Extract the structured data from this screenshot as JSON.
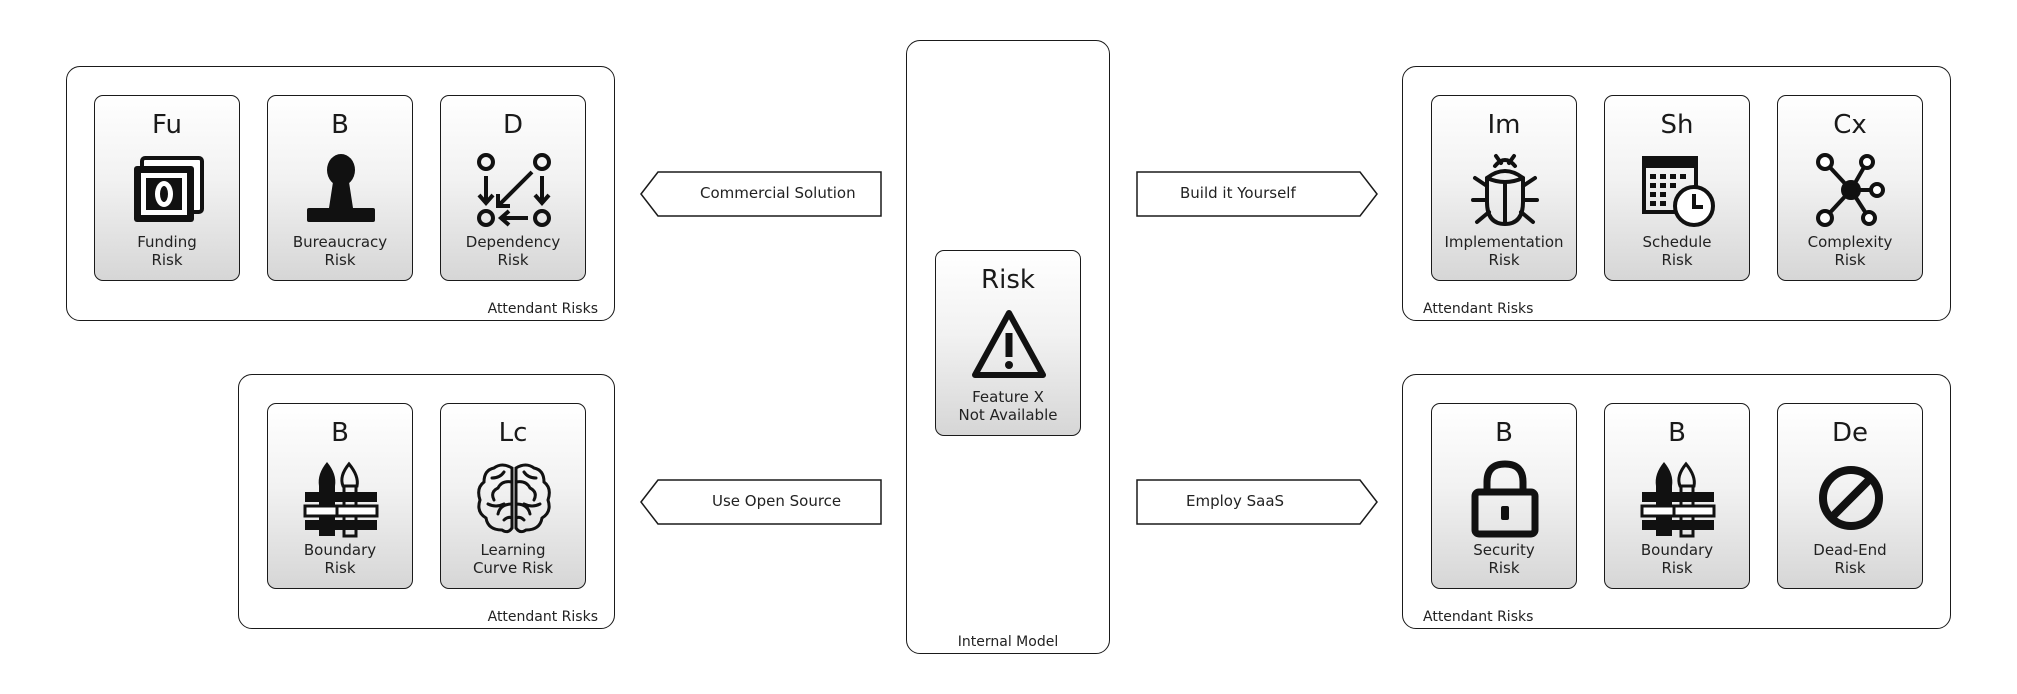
{
  "center": {
    "container_label": "Internal Model",
    "card": {
      "abbr": "Risk",
      "icon": "warning-triangle-icon",
      "name_line1": "Feature X",
      "name_line2": "Not Available"
    }
  },
  "arrows": {
    "commercial": "Commercial Solution",
    "build": "Build it Yourself",
    "open_source": "Use Open Source",
    "saas": "Employ SaaS"
  },
  "groups": {
    "commercial": {
      "label": "Attendant Risks",
      "cards": [
        {
          "abbr": "Fu",
          "icon": "money-icon",
          "name_line1": "Funding",
          "name_line2": "Risk"
        },
        {
          "abbr": "B",
          "icon": "stamp-icon",
          "name_line1": "Bureaucracy",
          "name_line2": "Risk"
        },
        {
          "abbr": "D",
          "icon": "dependency-nodes-icon",
          "name_line1": "Dependency",
          "name_line2": "Risk"
        }
      ]
    },
    "build": {
      "label": "Attendant Risks",
      "cards": [
        {
          "abbr": "Im",
          "icon": "bug-icon",
          "name_line1": "Implementation",
          "name_line2": "Risk"
        },
        {
          "abbr": "Sh",
          "icon": "calendar-clock-icon",
          "name_line1": "Schedule",
          "name_line2": "Risk"
        },
        {
          "abbr": "Cx",
          "icon": "network-icon",
          "name_line1": "Complexity",
          "name_line2": "Risk"
        }
      ]
    },
    "open_source": {
      "label": "Attendant Risks",
      "cards": [
        {
          "abbr": "B",
          "icon": "wall-icon",
          "name_line1": "Boundary",
          "name_line2": "Risk"
        },
        {
          "abbr": "Lc",
          "icon": "brain-icon",
          "name_line1": "Learning",
          "name_line2": "Curve Risk"
        }
      ]
    },
    "saas": {
      "label": "Attendant Risks",
      "cards": [
        {
          "abbr": "B",
          "icon": "padlock-icon",
          "name_line1": "Security",
          "name_line2": "Risk"
        },
        {
          "abbr": "B",
          "icon": "wall-icon",
          "name_line1": "Boundary",
          "name_line2": "Risk"
        },
        {
          "abbr": "De",
          "icon": "prohibited-icon",
          "name_line1": "Dead-End",
          "name_line2": "Risk"
        }
      ]
    }
  }
}
